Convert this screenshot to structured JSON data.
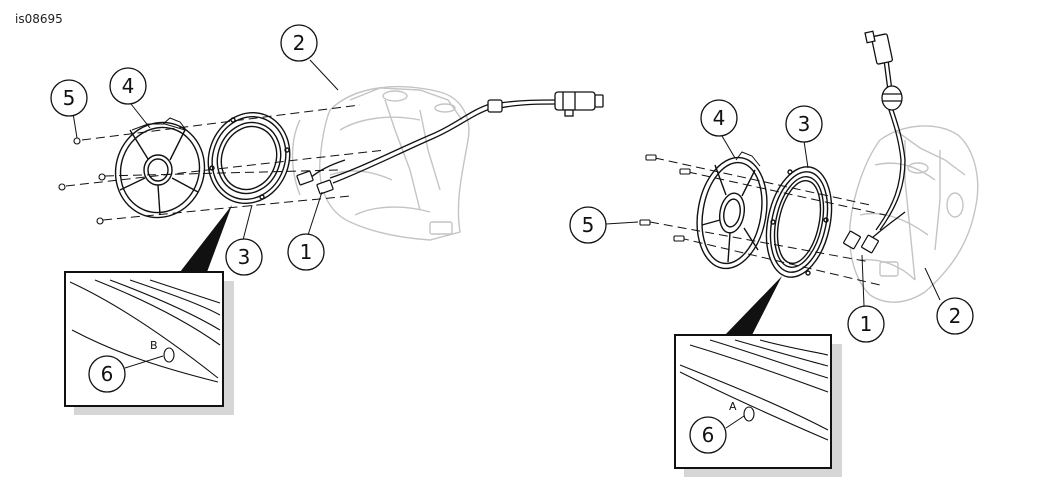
{
  "figure_id": "is08695",
  "colors": {
    "line": "#111111",
    "ghost": "#c9c9c9",
    "shadow": "#d6d6d6"
  },
  "left_view": {
    "callouts": [
      "5",
      "4",
      "2",
      "3",
      "1"
    ],
    "detail_callout": "6",
    "detail_mark": "B"
  },
  "right_view": {
    "callouts": [
      "4",
      "3",
      "5",
      "1",
      "2"
    ],
    "detail_callout": "6",
    "detail_mark": "A"
  }
}
